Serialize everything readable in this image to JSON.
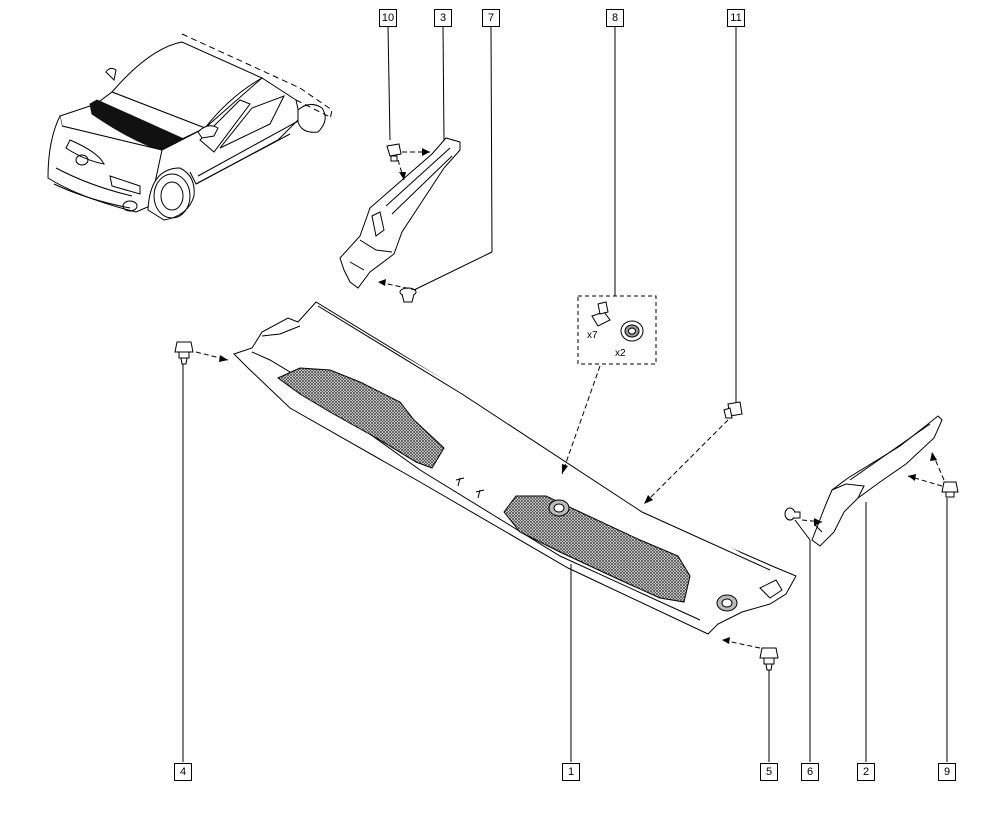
{
  "callouts": {
    "c10": "10",
    "c3": "3",
    "c7": "7",
    "c8": "8",
    "c11": "11",
    "c4": "4",
    "c1": "1",
    "c5": "5",
    "c6": "6",
    "c2": "2",
    "c9": "9"
  },
  "kit": {
    "qty_clips": "x7",
    "qty_grommets": "x2"
  },
  "colors": {
    "line": "#000000",
    "panel_fill": "#ffffff",
    "mesh": "#5a5a5a",
    "car_band": "#111111"
  }
}
